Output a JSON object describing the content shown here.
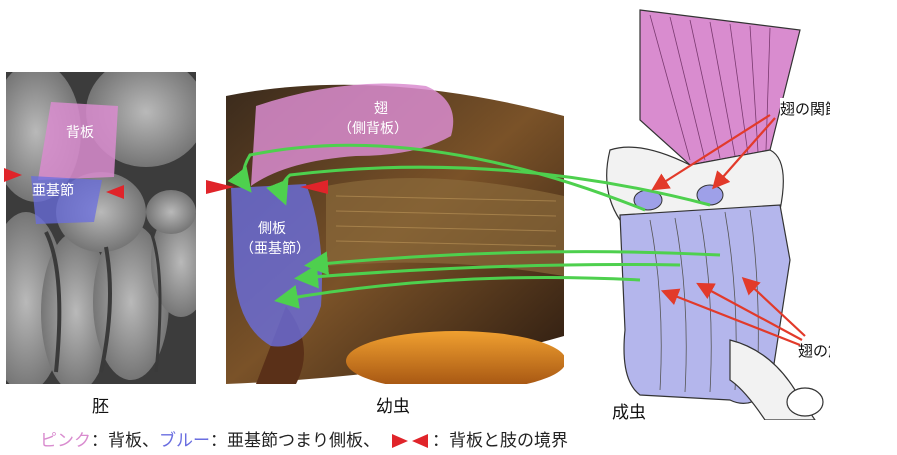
{
  "panels": {
    "embryo": {
      "caption": "胚",
      "label_notum": "背板",
      "label_subcoxa": "亜基節"
    },
    "nymph": {
      "caption": "幼虫",
      "label_wing_line1": "翅",
      "label_wing_line2": "（側背板）",
      "label_pleuron_line1": "側板",
      "label_pleuron_line2": "（亜基節）"
    },
    "adult": {
      "caption": "成虫",
      "label_wing_joint": "翅の関節",
      "label_wing_muscle": "翅の筋肉"
    }
  },
  "legend": {
    "pink_word": "ピンク",
    "pink_desc": "：背板、",
    "blue_word": "ブルー",
    "blue_desc": "：亜基節つまり側板、",
    "marker_desc": "：背板と肢の境界"
  },
  "colors": {
    "pink": "#d98ccf",
    "blue": "#6a6ee0",
    "green_arrow": "#4ed04e",
    "red_marker": "#e0242a",
    "red_arrow": "#e23a2a"
  }
}
